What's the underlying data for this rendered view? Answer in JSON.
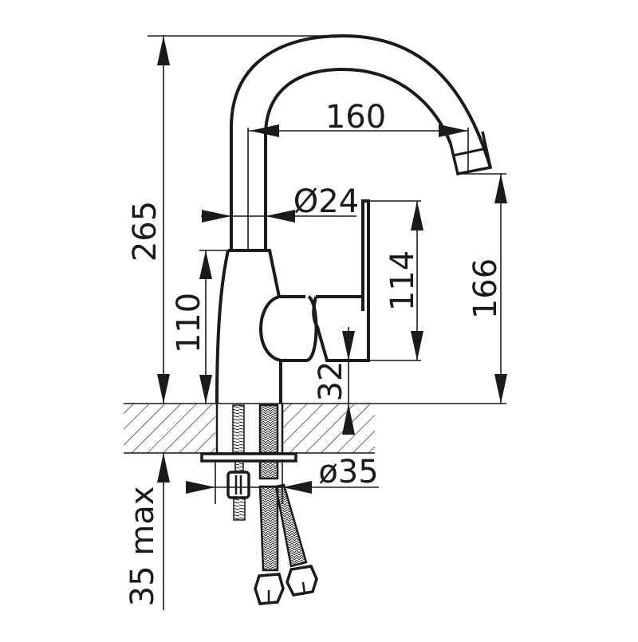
{
  "diagram": {
    "subject": "Basin mixer faucet technical drawing",
    "stroke_color": "#1a1a1a",
    "background": "#ffffff",
    "dimensions": {
      "total_height": "265",
      "spout_reach": "160",
      "spout_diameter": "Ø24",
      "body_height": "110",
      "lever_height": "114",
      "spout_clearance": "166",
      "lever_clearance": "32",
      "base_diameter": "ø35",
      "max_countertop_thickness": "35 max"
    }
  }
}
